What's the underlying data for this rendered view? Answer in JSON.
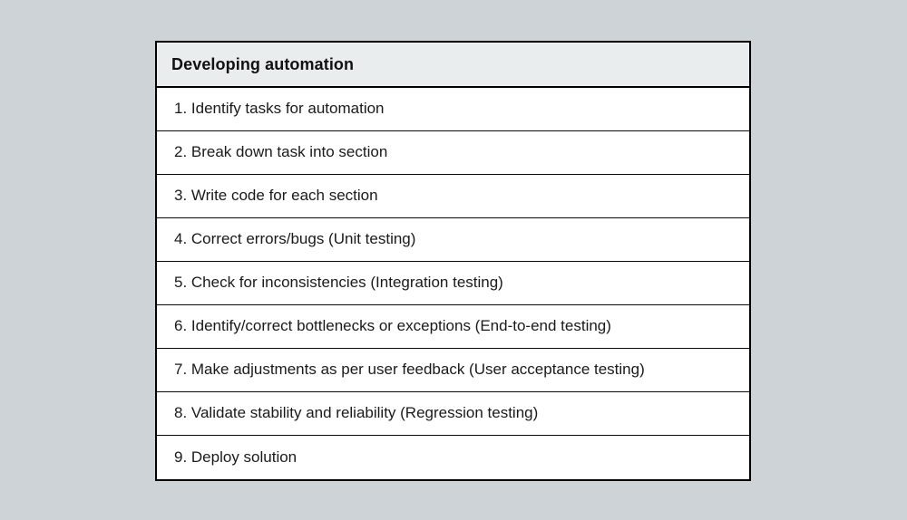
{
  "page": {
    "background_color": "#ced3d7"
  },
  "table": {
    "header": {
      "title": "Developing automation",
      "background_color": "#e9edee",
      "text_color": "#111111"
    },
    "border_color": "#000000",
    "row_background_color": "#ffffff",
    "row_text_color": "#1a1a1a",
    "rows": [
      {
        "text": "1. Identify tasks for automation"
      },
      {
        "text": "2. Break down task into section"
      },
      {
        "text": "3. Write code for each section"
      },
      {
        "text": "4. Correct errors/bugs (Unit testing)"
      },
      {
        "text": "5. Check for inconsistencies (Integration testing)"
      },
      {
        "text": "6. Identify/correct bottlenecks or exceptions (End-to-end testing)"
      },
      {
        "text": "7. Make adjustments as per user feedback (User acceptance testing)"
      },
      {
        "text": "8. Validate stability and reliability (Regression testing)"
      },
      {
        "text": "9. Deploy solution"
      }
    ]
  }
}
